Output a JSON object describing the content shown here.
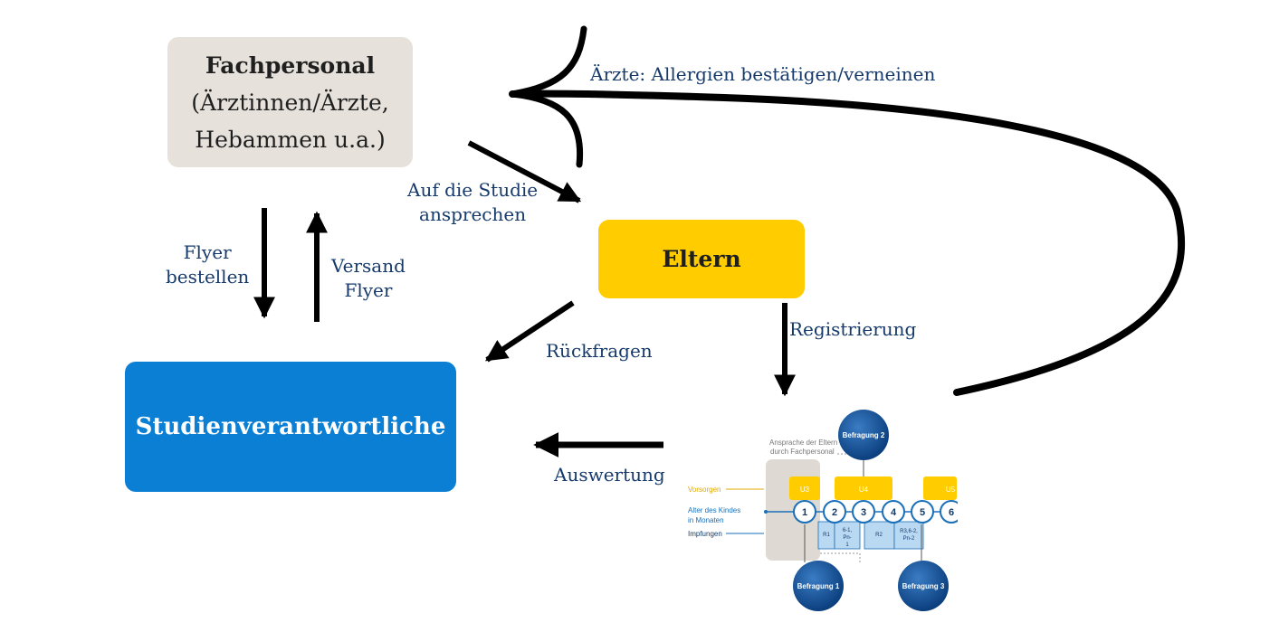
{
  "nodes": {
    "fachpersonal": {
      "line1": "Fachpersonal",
      "line2": "(Ärztinnen/Ärzte,",
      "line3": "Hebammen u.a.)"
    },
    "eltern": "Eltern",
    "studienverantwortliche": "Studienverantwortliche"
  },
  "edges": {
    "aerzte_allergien": "Ärzte: Allergien bestätigen/verneinen",
    "auf_die_studie_1": "Auf die Studie",
    "auf_die_studie_2": "ansprechen",
    "flyer_bestellen_1": "Flyer",
    "flyer_bestellen_2": "bestellen",
    "versand_flyer_1": "Versand",
    "versand_flyer_2": "Flyer",
    "rueckfragen": "Rückfragen",
    "registrierung": "Registrierung",
    "auswertung": "Auswertung"
  },
  "timeline": {
    "ansprache_1": "Ansprache der Eltern",
    "ansprache_2": "durch Fachpersonal",
    "row_vorsorgen": "Vorsorgen",
    "row_alter_1": "Alter des Kindes",
    "row_alter_2": "in Monaten",
    "row_impfungen": "Impfungen",
    "befragung_1": "Befragung 1",
    "befragung_2": "Befragung 2",
    "befragung_3": "Befragung 3",
    "vorsorge_u3": "U3",
    "vorsorge_u4": "U4",
    "vorsorge_u5": "U5",
    "months": [
      "1",
      "2",
      "3",
      "4",
      "5",
      "6"
    ],
    "impf_r1": "R1",
    "impf_6_1_a": "6-1,",
    "impf_6_1_b": "Pn-",
    "impf_6_1_c": "1",
    "impf_r2": "R2",
    "impf_r3_a": "R3,6-2,",
    "impf_r3_b": "Pn-2"
  },
  "colors": {
    "fach": "#e6e2db",
    "eltern": "#ffcc00",
    "studien": "#0a7fd4",
    "label": "#153a6b",
    "befragung": "#0d4f95"
  }
}
